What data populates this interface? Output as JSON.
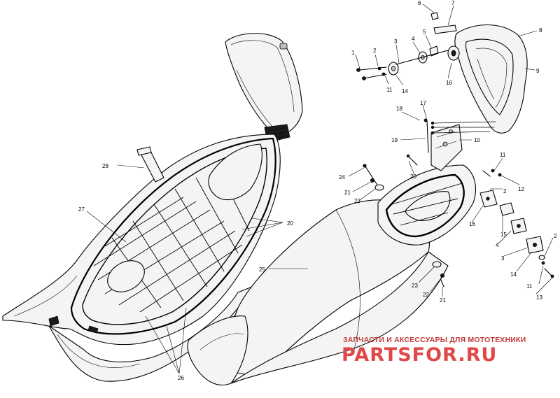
{
  "watermark": {
    "tagline": "ЗАПЧАСТИ И АКСЕССУАРЫ ДЛЯ МОТОТЕХНИКИ",
    "brand": "PARTSFOR.RU"
  },
  "callouts": [
    {
      "id": "c1",
      "text": "1"
    },
    {
      "id": "c2",
      "text": "2"
    },
    {
      "id": "c3",
      "text": "3"
    },
    {
      "id": "c4",
      "text": "4"
    },
    {
      "id": "c5",
      "text": "5"
    },
    {
      "id": "c6",
      "text": "6"
    },
    {
      "id": "c7",
      "text": "7"
    },
    {
      "id": "c8",
      "text": "8"
    },
    {
      "id": "c9",
      "text": "9"
    },
    {
      "id": "c10",
      "text": "10"
    },
    {
      "id": "c11a",
      "text": "11"
    },
    {
      "id": "c14a",
      "text": "14"
    },
    {
      "id": "c16a",
      "text": "16"
    },
    {
      "id": "c17",
      "text": "17"
    },
    {
      "id": "c18",
      "text": "18"
    },
    {
      "id": "c19",
      "text": "19"
    },
    {
      "id": "c20a",
      "text": "20"
    },
    {
      "id": "c11b",
      "text": "11"
    },
    {
      "id": "c2b",
      "text": "2"
    },
    {
      "id": "c12",
      "text": "12"
    },
    {
      "id": "c24",
      "text": "24"
    },
    {
      "id": "c21a",
      "text": "21"
    },
    {
      "id": "c23a",
      "text": "23"
    },
    {
      "id": "c16b",
      "text": "16"
    },
    {
      "id": "c15",
      "text": "15"
    },
    {
      "id": "c4b",
      "text": "4"
    },
    {
      "id": "c3b",
      "text": "3"
    },
    {
      "id": "c14b",
      "text": "14"
    },
    {
      "id": "c2c",
      "text": "2"
    },
    {
      "id": "c11c",
      "text": "11"
    },
    {
      "id": "c13",
      "text": "13"
    },
    {
      "id": "c23b",
      "text": "23"
    },
    {
      "id": "c22",
      "text": "22"
    },
    {
      "id": "c21b",
      "text": "21"
    },
    {
      "id": "c25",
      "text": "25"
    },
    {
      "id": "c28",
      "text": "28"
    },
    {
      "id": "c27",
      "text": "27"
    },
    {
      "id": "c20b",
      "text": "20"
    },
    {
      "id": "c26",
      "text": "26"
    }
  ]
}
